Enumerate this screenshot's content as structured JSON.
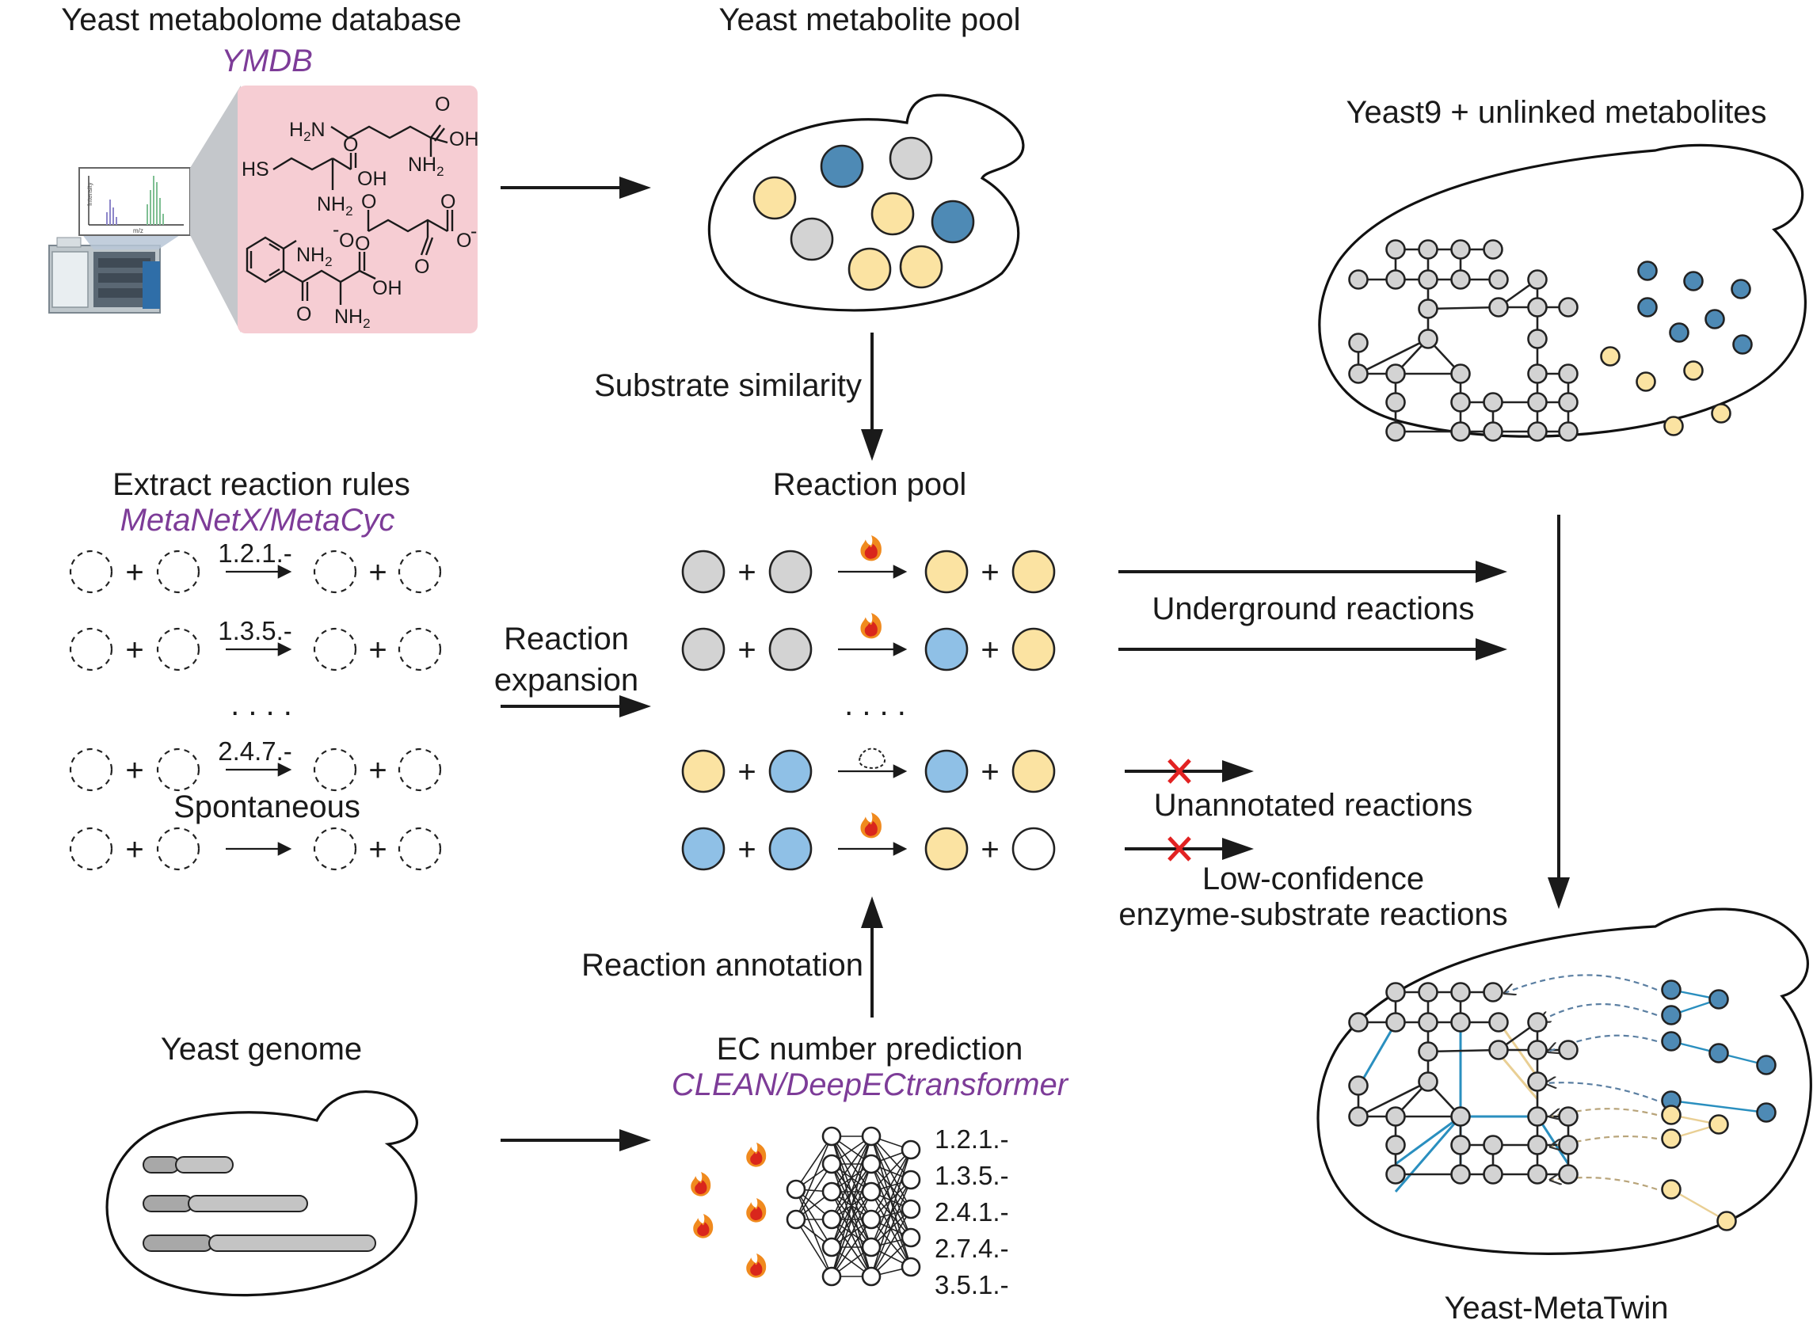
{
  "colors": {
    "gray": "#d3d3d3",
    "yellow": "#fbe3a2",
    "dark_blue": "#4e8ab5",
    "light_blue": "#8fc0e6",
    "white": "#ffffff",
    "purple": "#7d3c98",
    "pink_panel": "#f6cdd3",
    "red_cross": "#e22222",
    "teal_edge": "#2a8fbf",
    "tan_edge": "#e9cf94",
    "flame_orange": "#f08a1e",
    "flame_red": "#d9261c"
  },
  "ymdb": {
    "title": "Yeast metabolome database",
    "source": "YMDB",
    "icons": [
      "mass-spectrometer-icon",
      "mass-spectrum-plot-icon"
    ],
    "chem": {
      "h2n": "H",
      "h2n_sub": "2",
      "h2n_n": "N",
      "o": "O",
      "oh": "OH",
      "nh": "NH",
      "nh_sub": "2",
      "hs": "HS",
      "minus": "-"
    }
  },
  "metabolite_pool": {
    "title": "Yeast metabolite pool"
  },
  "substrate_similarity": "Substrate similarity",
  "reaction_pool": {
    "title": "Reaction pool",
    "plus": "+",
    "ellipsis": ". . . .",
    "rows": [
      {
        "left": [
          "gray",
          "gray"
        ],
        "right": [
          "yellow",
          "yellow"
        ],
        "enzyme": "enzyme-icon"
      },
      {
        "left": [
          "gray",
          "gray"
        ],
        "right": [
          "light_blue",
          "yellow"
        ],
        "enzyme": "enzyme-icon"
      },
      {
        "left": [
          "yellow",
          "light_blue"
        ],
        "right": [
          "light_blue",
          "yellow"
        ],
        "enzyme": "unknown-enzyme-icon"
      },
      {
        "left": [
          "light_blue",
          "light_blue"
        ],
        "right": [
          "yellow",
          "white"
        ],
        "enzyme": "enzyme-icon"
      }
    ]
  },
  "reaction_rules": {
    "title": "Extract reaction rules",
    "source": "MetaNetX/MetaCyc",
    "plus": "+",
    "ellipsis": ". . . .",
    "rows": [
      {
        "ec": "1.2.1.-"
      },
      {
        "ec": "1.3.5.-"
      },
      {
        "ec": "2.4.7.-"
      },
      {
        "ec": "Spontaneous"
      }
    ]
  },
  "reaction_expansion": {
    "line1": "Reaction",
    "line2": "expansion"
  },
  "reaction_annotation": "Reaction annotation",
  "yeast_genome": {
    "title": "Yeast genome"
  },
  "ec_prediction": {
    "title": "EC number prediction",
    "source": "CLEAN/DeepECtransformer",
    "outputs": [
      "1.2.1.-",
      "1.3.5.-",
      "2.4.1.-",
      "2.7.4.-",
      "3.5.1.-"
    ]
  },
  "yeast9": {
    "title": "Yeast9 + unlinked metabolites"
  },
  "underground": "Underground reactions",
  "unannotated": "Unannotated reactions",
  "low_confidence": {
    "line1": "Low-confidence",
    "line2": "enzyme-substrate reactions"
  },
  "metatwin": {
    "title": "Yeast-MetaTwin"
  }
}
